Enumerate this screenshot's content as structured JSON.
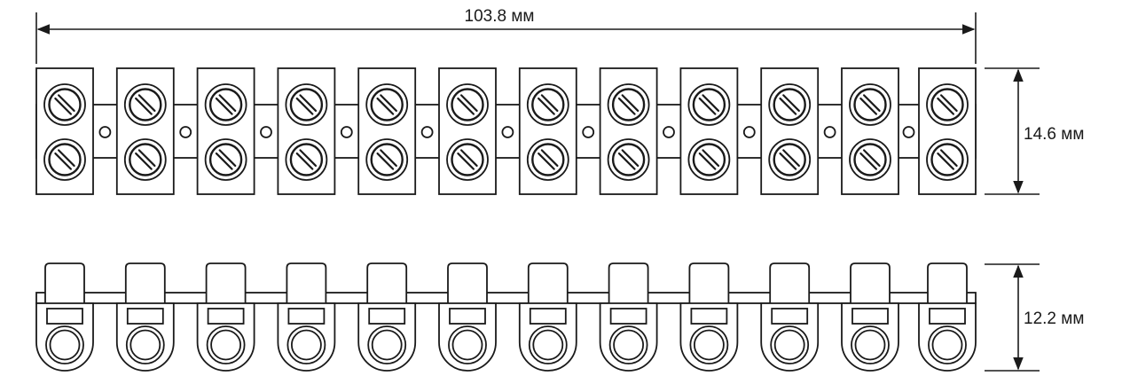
{
  "dimensions": {
    "width_label": "103.8 мм",
    "top_height_label": "14.6 мм",
    "bottom_height_label": "12.2 мм"
  },
  "terminal_block": {
    "terminal_count": 12,
    "screws_per_terminal_top_view": 2
  },
  "colors": {
    "line": "#1a1a1a",
    "background": "#ffffff"
  }
}
